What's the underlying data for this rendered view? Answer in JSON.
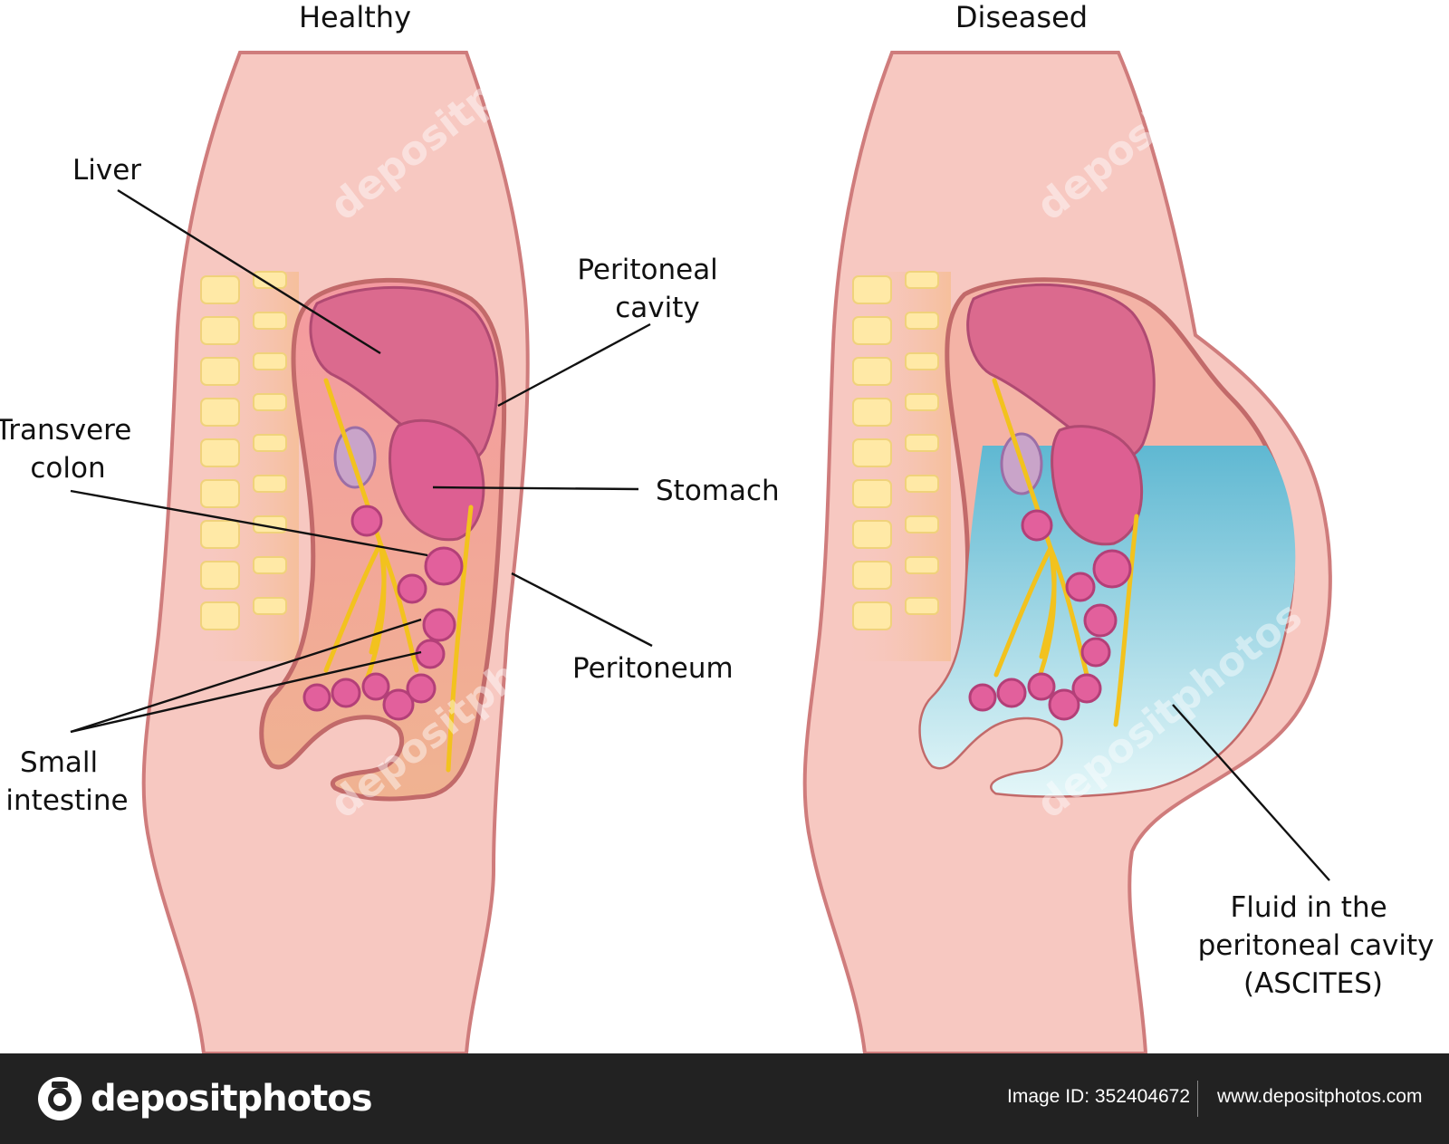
{
  "titles": {
    "left": "Healthy",
    "right": "Diseased"
  },
  "labels": {
    "liver": "Liver",
    "peritoneal_cavity": [
      "Peritoneal",
      "cavity"
    ],
    "transverse_colon": [
      "Transvere",
      "colon"
    ],
    "stomach": "Stomach",
    "peritoneum": "Peritoneum",
    "small_intestine": [
      "Small",
      "intestine"
    ],
    "fluid": [
      "Fluid in the",
      "peritoneal cavity",
      "(ASCITES)"
    ]
  },
  "watermark": "depositphotos",
  "footer": {
    "brand": "depositphotos",
    "image_id_label": "Image ID:",
    "image_id": "352404672",
    "url": "www.depositphotos.com"
  },
  "colors": {
    "skin": "#f7c8c1",
    "cavity_healthy": "#f3a99f",
    "ascites_fluid_top": "#5fb8d2",
    "ascites_fluid_bottom": "#dff3f6",
    "organ": "#db6a8e",
    "mesentery": "#f2c21e",
    "footer_bg": "#222222"
  }
}
